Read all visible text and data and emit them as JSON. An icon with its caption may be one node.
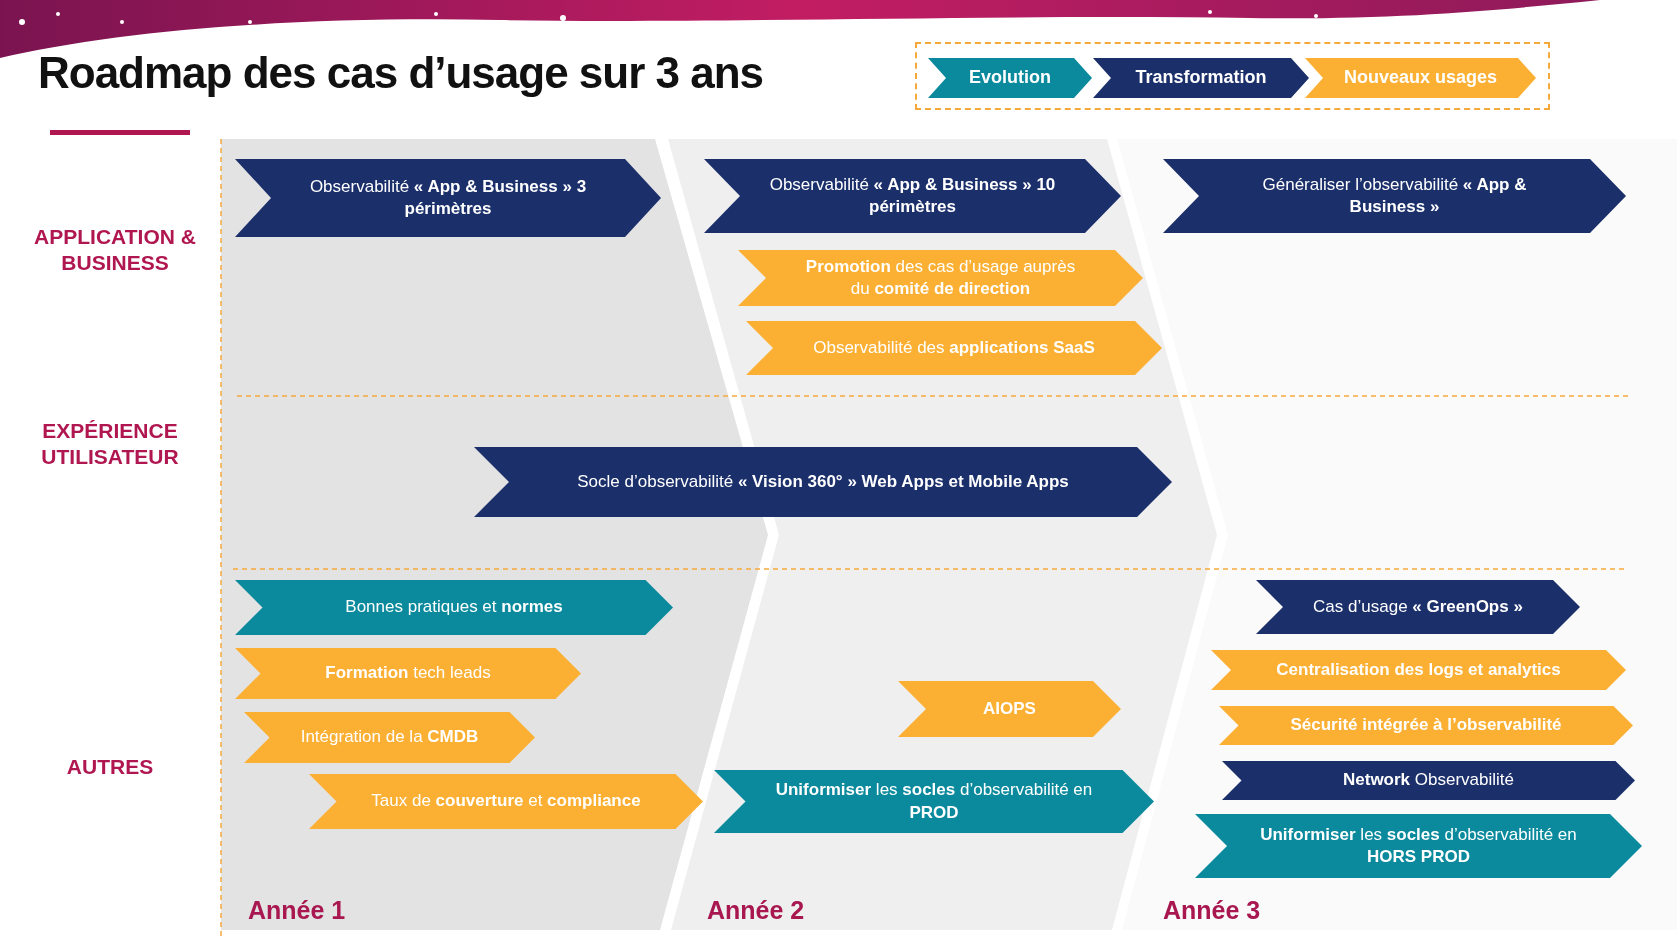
{
  "diagram": {
    "title": "Roadmap des cas d’usage sur 3 ans",
    "nodes": [
      {
        "text": [
          "Observabilité **« App & Business » 3 périmètres**"
        ]
      },
      {
        "text": [
          "Observabilité **« App & Business » 10 périmètres**"
        ]
      },
      {
        "text": [
          "Généraliser l’observabilité **« App & Business »**"
        ]
      },
      {
        "text": [
          "**Promotion** des cas d’usage auprès du **comité de direction**"
        ]
      },
      {
        "text": [
          "Observabilité des **applications SaaS**"
        ]
      },
      {
        "text": [
          "Socle d’observabilité **« Vision 360° » Web Apps et Mobile Apps**"
        ]
      },
      {
        "text": [
          "Bonnes pratiques et **normes**"
        ]
      },
      {
        "text": [
          "**Formation** tech leads"
        ]
      },
      {
        "text": [
          "Intégration de la **CMDB**"
        ]
      },
      {
        "text": [
          "Taux de **couverture** et **compliance**"
        ]
      },
      {
        "text": [
          "AIOPS"
        ]
      },
      {
        "text": [
          "**Uniformiser** les **socles** d’observabilité en **PROD**"
        ]
      },
      {
        "text": [
          "Cas d’usage **« GreenOps »**"
        ]
      },
      {
        "text": [
          "Centralisation des logs et analytics"
        ]
      },
      {
        "text": [
          "Sécurité intégrée à l’observabilité"
        ]
      },
      {
        "text": [
          "**Network** Observabilité"
        ]
      },
      {
        "text": [
          "**Uniformiser** les **socles** d’observabilité en **HORS PROD**"
        ]
      }
    ],
    "edges": [],
    "labels": [
      "APPLICATION & BUSINESS",
      "EXPÉRIENCE UTILISATEUR",
      "AUTRES",
      "Année 1",
      "Année 2",
      "Année 3"
    ],
    "legend": [
      {
        "text": "Evolution",
        "color": "#0a8a9c"
      },
      {
        "text": "Transformation",
        "color": "#1b2f6b"
      },
      {
        "text": "Nouveaux usages",
        "color": "#fbb034"
      }
    ]
  }
}
